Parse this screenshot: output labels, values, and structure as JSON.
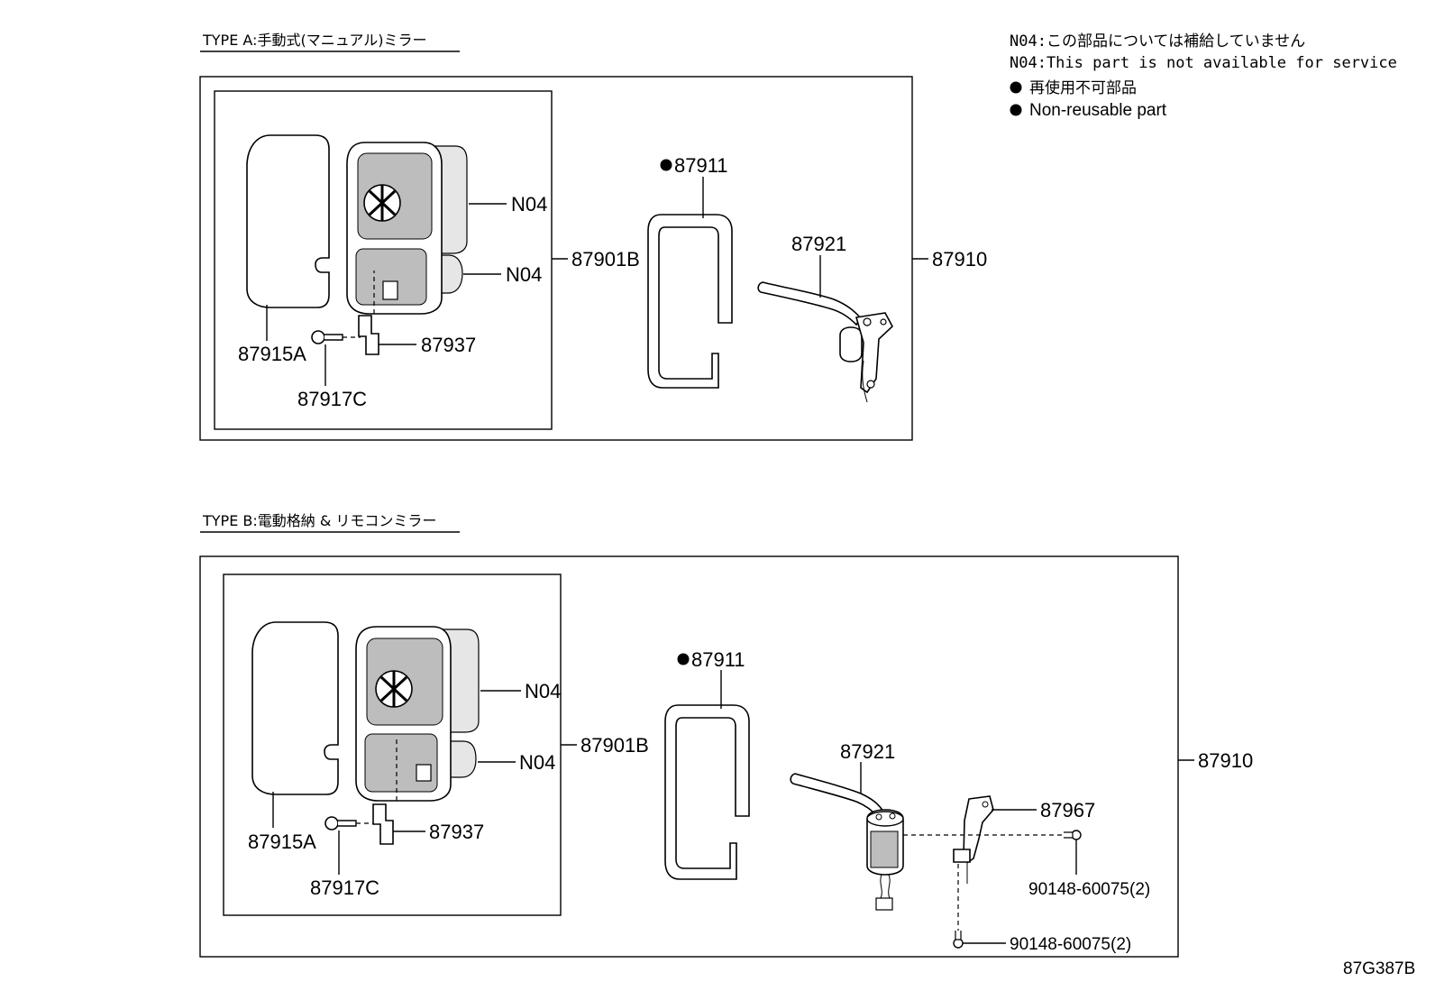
{
  "notes": {
    "n04_jp": "N04:この部品については補給していません",
    "n04_en": "N04:This part is not available for service",
    "nonreuse_jp": "再使用不可部品",
    "nonreuse_en": "Non-reusable part"
  },
  "type_a": {
    "title": "TYPE A:手動式(マニュアル)ミラー",
    "labels": {
      "n04_upper": "N04",
      "n04_lower": "N04",
      "mirror_sub_assy": "87901B",
      "mirror_outer": "87910",
      "gasket": "87911",
      "stay": "87921",
      "mirror_glass": "87915A",
      "bracket": "87937",
      "screw": "87917C"
    }
  },
  "type_b": {
    "title": "TYPE B:電動格納 & リモコンミラー",
    "labels": {
      "n04_upper": "N04",
      "n04_lower": "N04",
      "mirror_sub_assy": "87901B",
      "mirror_outer": "87910",
      "gasket": "87911",
      "stay": "87921",
      "mirror_glass": "87915A",
      "bracket": "87937",
      "screw": "87917C",
      "retract_motor": "87967",
      "bolt_upper": "90148-60075(2)",
      "bolt_lower": "90148-60075(2)"
    }
  },
  "figure_code": "87G387B"
}
